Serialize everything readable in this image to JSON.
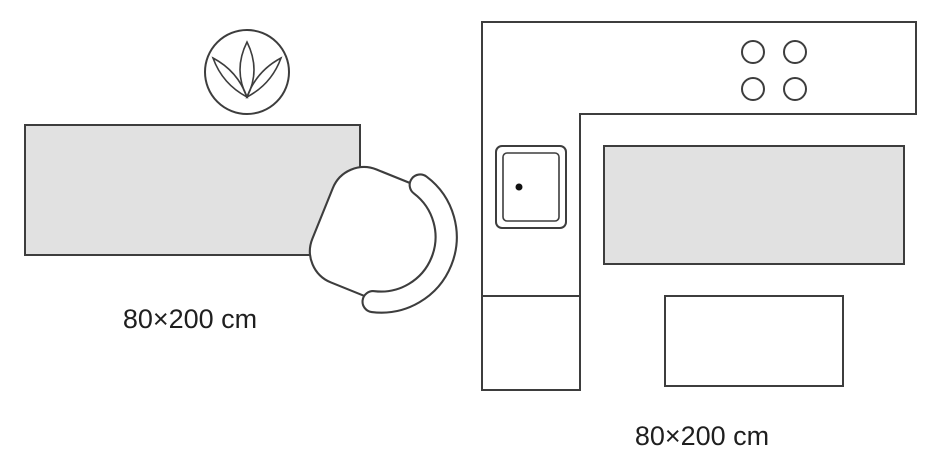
{
  "colors": {
    "background": "#ffffff",
    "outline": "#3d3d3d",
    "rug_fill": "#e1e1e1",
    "label_text": "#1f1f1f",
    "sink_dot": "#111111"
  },
  "scenes": [
    {
      "id": "living-room",
      "size_label": "80×200 cm",
      "icons": [
        "plant-top-view",
        "rug",
        "armchair"
      ]
    },
    {
      "id": "kitchen",
      "size_label": "80×200 cm",
      "icons": [
        "counter-outline",
        "hob-burners",
        "sink",
        "rug",
        "table"
      ]
    }
  ]
}
